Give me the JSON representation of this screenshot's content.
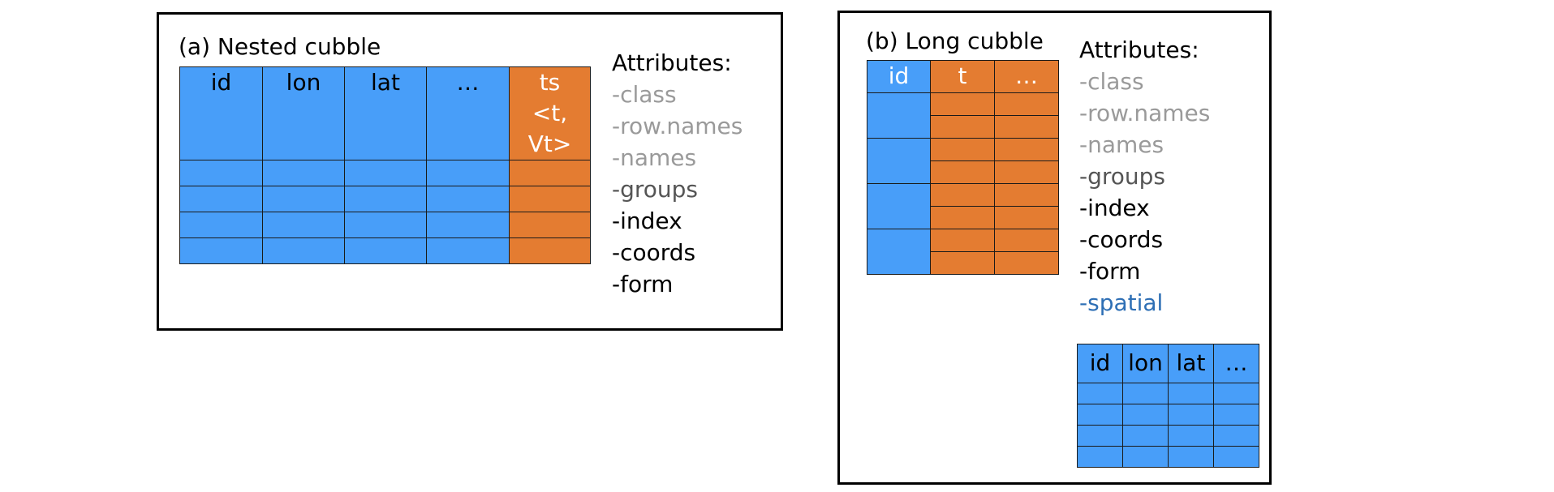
{
  "colors": {
    "blue": "#489ef9",
    "orange": "#e47c31",
    "attr_light": "#9a9a9a",
    "attr_mid": "#555555",
    "attr_dark": "#000000",
    "attr_accent": "#2e6fb5"
  },
  "panel_a": {
    "title": "(a) Nested cubble",
    "table": {
      "headers": [
        "id",
        "lon",
        "lat",
        "…"
      ],
      "ts_header": "ts",
      "ts_sub": "<t, Vt>"
    },
    "attributes_heading": "Attributes:",
    "attributes": [
      {
        "label": "-class",
        "tone": "light"
      },
      {
        "label": "-row.names",
        "tone": "light"
      },
      {
        "label": "-names",
        "tone": "light"
      },
      {
        "label": "-groups",
        "tone": "mid"
      },
      {
        "label": "-index",
        "tone": "dark"
      },
      {
        "label": "-coords",
        "tone": "dark"
      },
      {
        "label": "-form",
        "tone": "dark"
      }
    ]
  },
  "panel_b": {
    "title": "(b) Long cubble",
    "table": {
      "headers": [
        "id",
        "t",
        "…"
      ]
    },
    "attributes_heading": "Attributes:",
    "attributes": [
      {
        "label": "-class",
        "tone": "light"
      },
      {
        "label": "-row.names",
        "tone": "light"
      },
      {
        "label": "-names",
        "tone": "light"
      },
      {
        "label": "-groups",
        "tone": "mid"
      },
      {
        "label": "-index",
        "tone": "dark"
      },
      {
        "label": "-coords",
        "tone": "dark"
      },
      {
        "label": "-form",
        "tone": "dark"
      },
      {
        "label": "-spatial",
        "tone": "accent"
      }
    ],
    "spatial_table": {
      "headers": [
        "id",
        "lon",
        "lat",
        "…"
      ]
    }
  }
}
